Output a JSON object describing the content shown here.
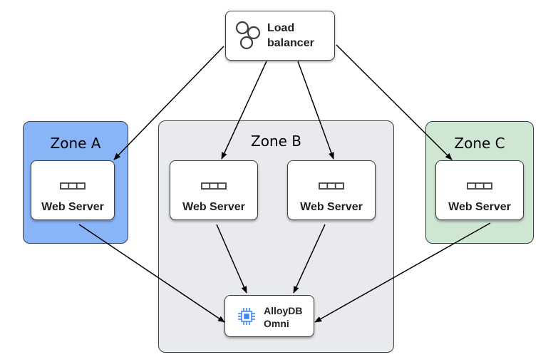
{
  "load_balancer": {
    "line1": "Load",
    "line2": "balancer",
    "icon": "circles-icon"
  },
  "zones": [
    {
      "title": "Zone A",
      "color": "#8ab4f8"
    },
    {
      "title": "Zone B",
      "color": "#e8eaed"
    },
    {
      "title": "Zone C",
      "color": "#cfe6d3"
    }
  ],
  "web_servers": [
    {
      "label": "Web Server",
      "zone": "Zone A"
    },
    {
      "label": "Web Server",
      "zone": "Zone B"
    },
    {
      "label": "Web Server",
      "zone": "Zone B"
    },
    {
      "label": "Web Server",
      "zone": "Zone C"
    }
  ],
  "database": {
    "line1": "AlloyDB",
    "line2": "Omni",
    "icon": "chip-icon",
    "icon_color": "#4285f4"
  }
}
